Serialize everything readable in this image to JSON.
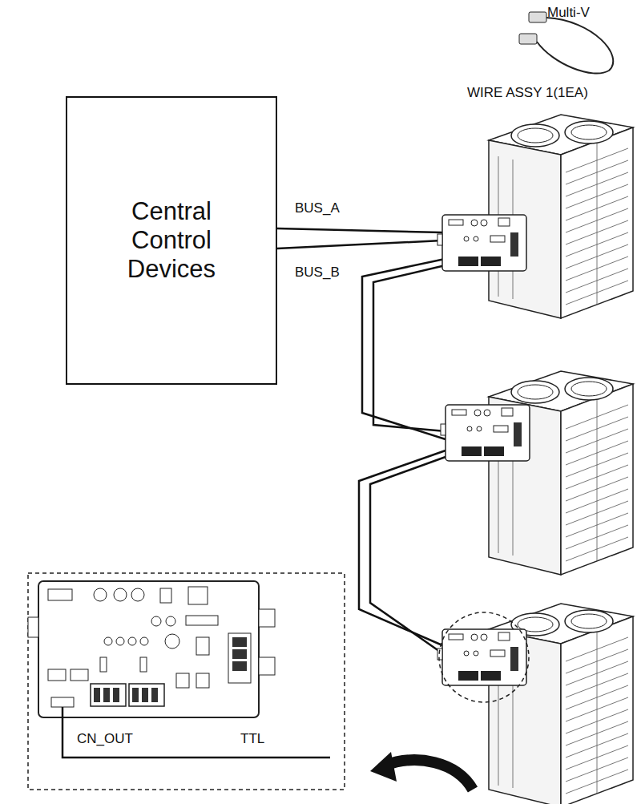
{
  "diagram": {
    "nodes": [
      {
        "text": [
          "Central Control Devices"
        ]
      }
    ],
    "labels": [
      "Multi-V",
      "WIRE ASSY 1(1EA)",
      "BUS_A",
      "BUS_B",
      "CN_OUT",
      "TTL"
    ]
  }
}
